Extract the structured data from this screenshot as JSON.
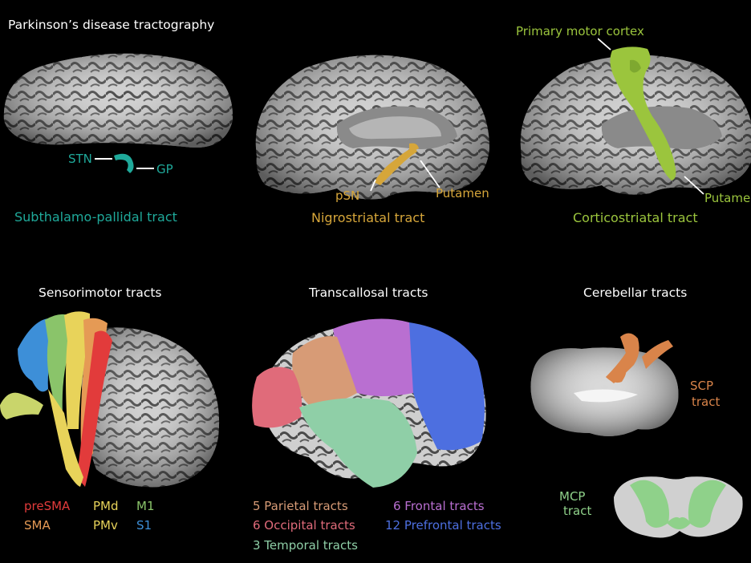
{
  "colors": {
    "teal": "#1fa99a",
    "gold": "#d6a63a",
    "lime": "#9bc53d",
    "red": "#e23b3b",
    "orange": "#e59a55",
    "yellow": "#e8d35a",
    "green": "#8ac46a",
    "blue": "#3d8fd8",
    "parietal": "#d79b76",
    "occipital": "#e06b7a",
    "temporal": "#8fcfa7",
    "frontal": "#b96fd1",
    "prefrontal": "#4d6fe0",
    "scp": "#d9844a",
    "mcp": "#8fd18a"
  },
  "top": {
    "title": "Parkinson’s disease tractography",
    "panel1": {
      "stn": "STN",
      "gp": "GP",
      "caption": "Subthalamo-pallidal tract"
    },
    "panel2": {
      "psn": "pSN",
      "putamen": "Putamen",
      "caption": "Nigrostriatal tract"
    },
    "panel3": {
      "motor": "Primary motor cortex",
      "putamen": "Putame",
      "caption": "Corticostriatal tract"
    }
  },
  "bottom": {
    "sensorimotor": {
      "title": "Sensorimotor tracts",
      "legend": {
        "presma": "preSMA",
        "sma": "SMA",
        "pmd": "PMd",
        "pmv": "PMv",
        "m1": "M1",
        "s1": "S1"
      }
    },
    "transcallosal": {
      "title": "Transcallosal tracts",
      "legend": {
        "parietal": "5 Parietal tracts",
        "occipital": "6 Occipital tracts",
        "temporal": "3 Temporal tracts",
        "frontal": "6 Frontal tracts",
        "prefrontal": "12 Prefrontal tracts"
      }
    },
    "cerebellar": {
      "title": "Cerebellar tracts",
      "scp1": "SCP",
      "scp2": "tract",
      "mcp1": "MCP",
      "mcp2": "tract"
    }
  }
}
